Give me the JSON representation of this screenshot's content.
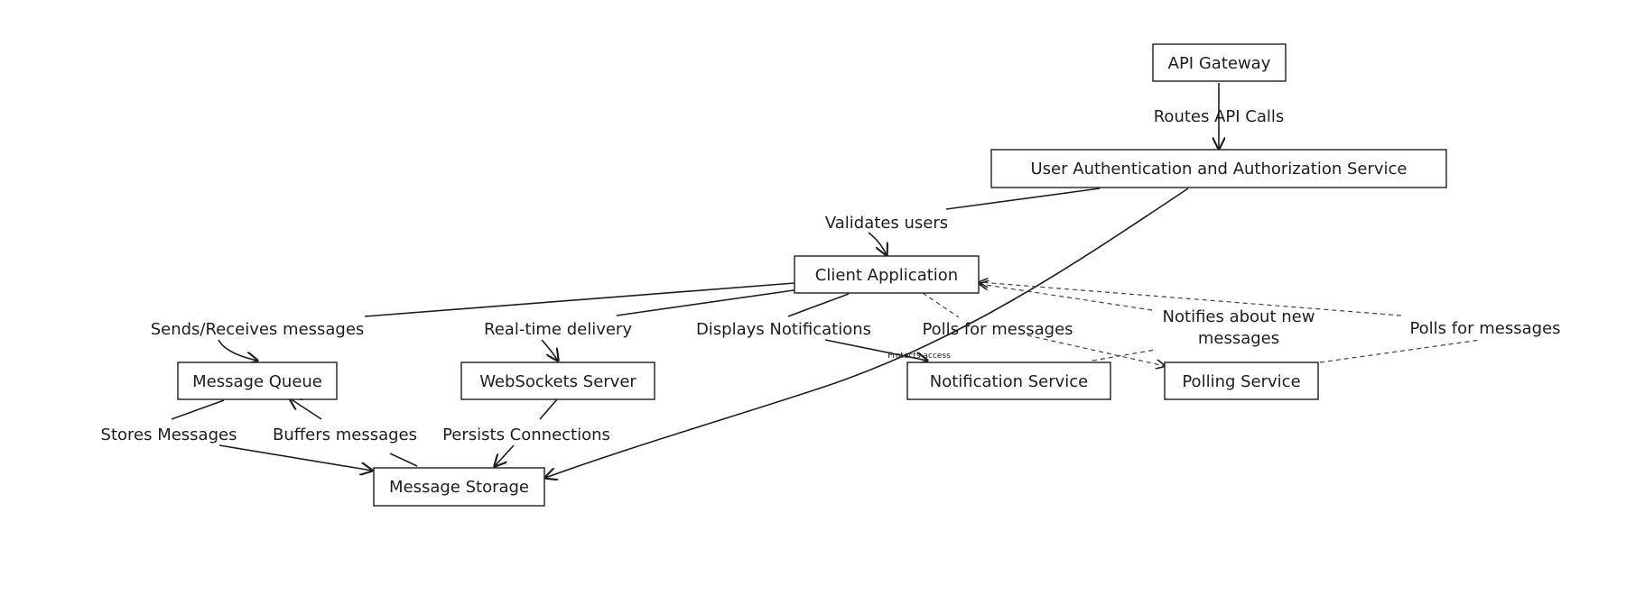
{
  "nodes": {
    "api_gateway": "API Gateway",
    "auth_service": "User Authentication and Authorization Service",
    "client_app": "Client Application",
    "message_queue": "Message Queue",
    "websockets_server": "WebSockets Server",
    "notification_service": "Notification Service",
    "polling_service": "Polling Service",
    "message_storage": "Message Storage"
  },
  "edges": {
    "routes_api_calls": "Routes API Calls",
    "validates_users": "Validates users",
    "sends_receives": "Sends/Receives messages",
    "realtime_delivery": "Real-time delivery",
    "displays_notifications": "Displays Notifications",
    "polls_for_messages_1": "Polls for messages",
    "notifies_line1": "Notifies about new",
    "notifies_line2": "messages",
    "polls_for_messages_2": "Polls for messages",
    "protects_access": "Protects access",
    "stores_messages": "Stores Messages",
    "buffers_messages": "Buffers messages",
    "persists_connections": "Persists Connections"
  }
}
